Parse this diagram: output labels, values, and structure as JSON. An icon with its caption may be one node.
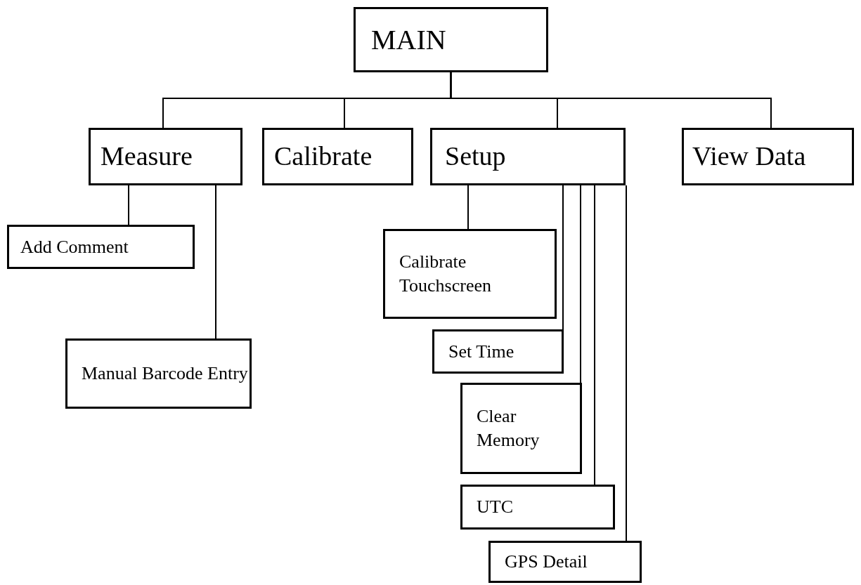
{
  "diagram": {
    "nodes": [
      {
        "text": [
          "MAIN"
        ]
      },
      {
        "text": [
          "Measure"
        ]
      },
      {
        "text": [
          "Calibrate"
        ]
      },
      {
        "text": [
          "Setup"
        ]
      },
      {
        "text": [
          "View Data"
        ]
      },
      {
        "text": [
          "Add Comment"
        ]
      },
      {
        "text": [
          "Manual Barcode Entry"
        ]
      },
      {
        "text": [
          "Calibrate Touchscreen"
        ]
      },
      {
        "text": [
          "Set Time"
        ]
      },
      {
        "text": [
          "Clear Memory"
        ]
      },
      {
        "text": [
          "UTC"
        ]
      },
      {
        "text": [
          "GPS Detail"
        ]
      }
    ],
    "edges": [
      {
        "from": 0,
        "to": 1,
        "arrow": "none"
      },
      {
        "from": 0,
        "to": 2,
        "arrow": "none"
      },
      {
        "from": 0,
        "to": 3,
        "arrow": "none"
      },
      {
        "from": 0,
        "to": 4,
        "arrow": "none"
      },
      {
        "from": 1,
        "to": 5,
        "arrow": "none"
      },
      {
        "from": 1,
        "to": 6,
        "arrow": "none"
      },
      {
        "from": 3,
        "to": 7,
        "arrow": "none"
      },
      {
        "from": 3,
        "to": 8,
        "arrow": "none"
      },
      {
        "from": 3,
        "to": 9,
        "arrow": "none"
      },
      {
        "from": 3,
        "to": 10,
        "arrow": "none"
      },
      {
        "from": 3,
        "to": 11,
        "arrow": "none"
      }
    ]
  }
}
